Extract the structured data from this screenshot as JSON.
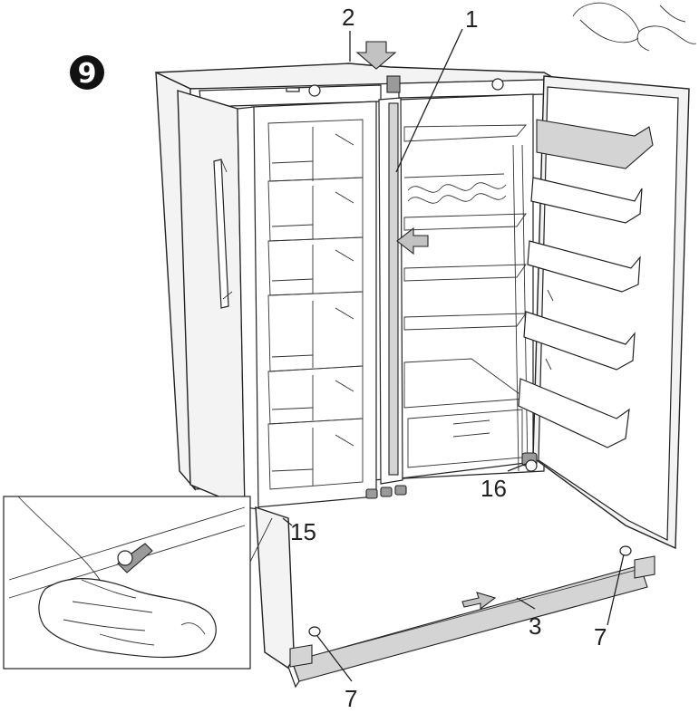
{
  "step": {
    "number": "9"
  },
  "callouts": {
    "c1": "1",
    "c2": "2",
    "c3": "3",
    "c7a": "7",
    "c7b": "7",
    "c15": "15",
    "c16": "16"
  },
  "colors": {
    "line": "#222222",
    "panel": "#f3f3f3",
    "part_shade": "#d4d4d4",
    "arrow": "#c2c2c2"
  }
}
